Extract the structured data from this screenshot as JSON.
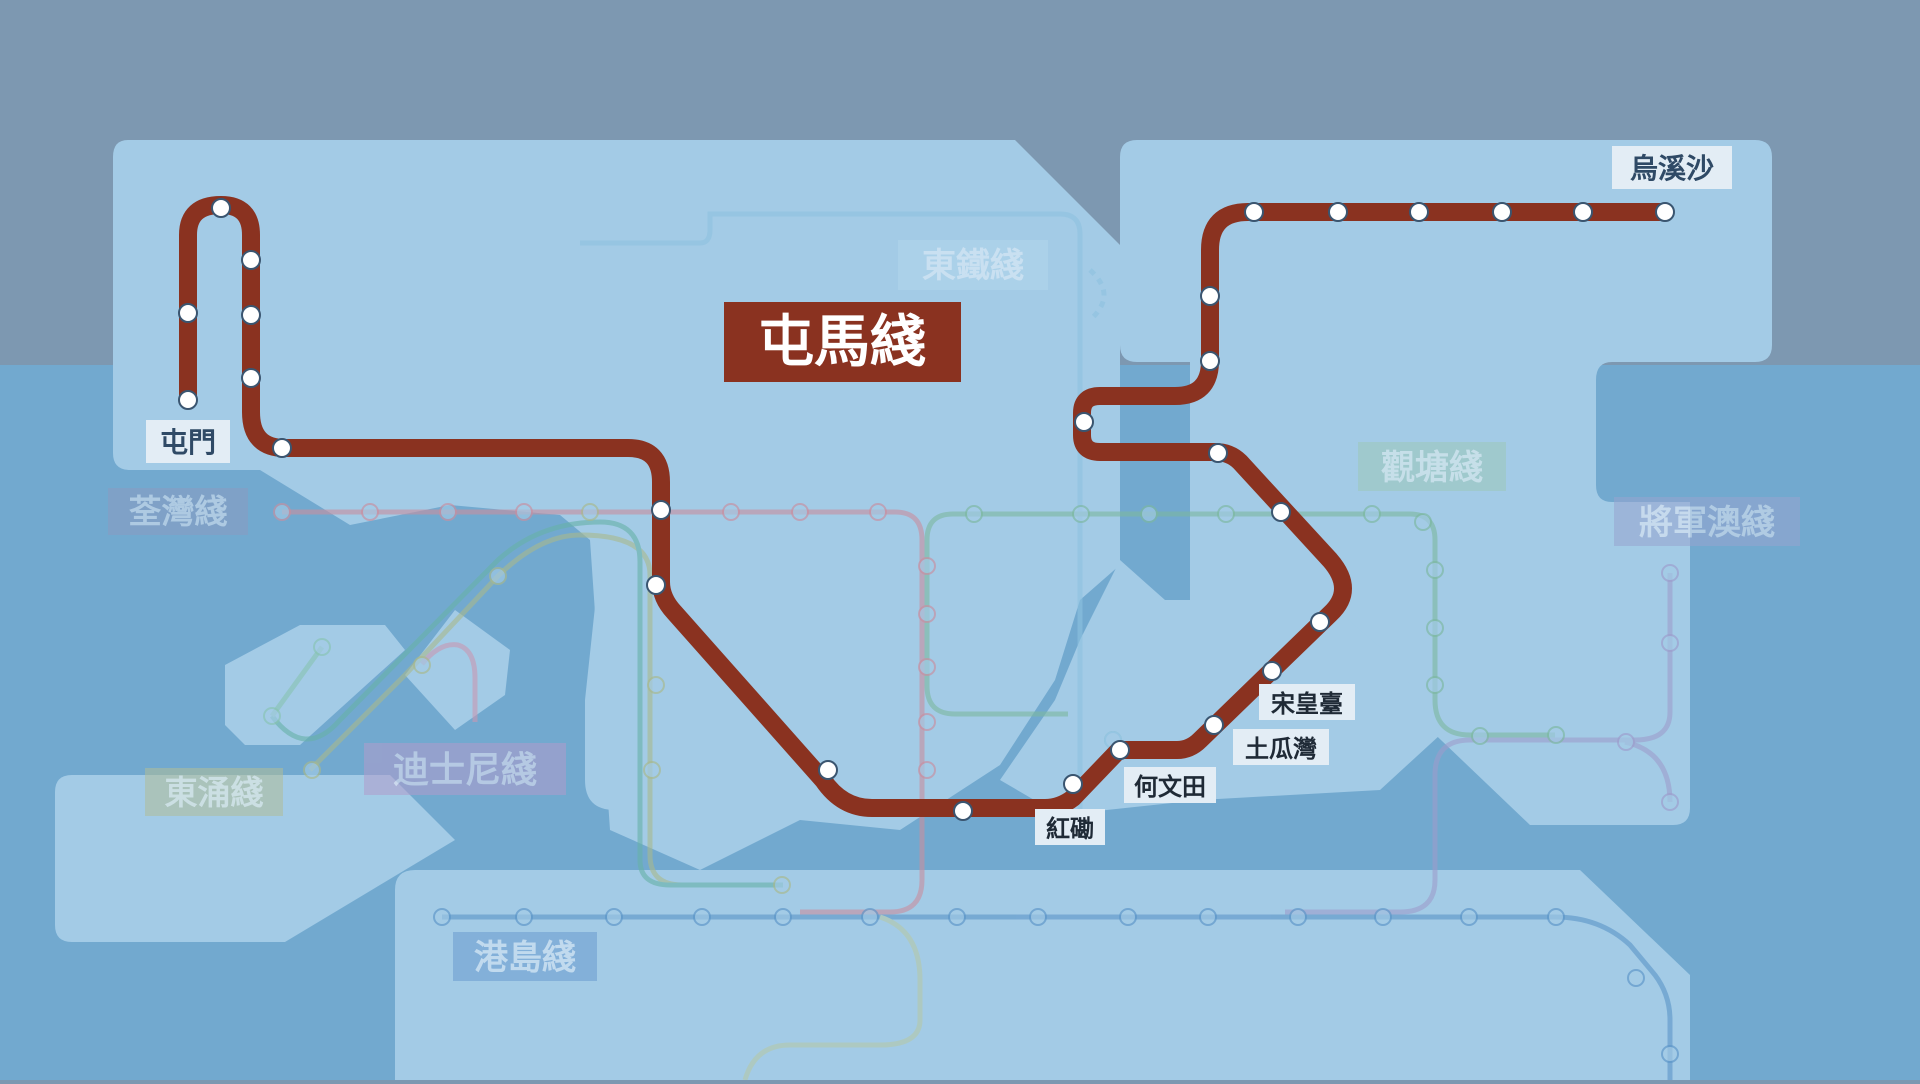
{
  "colors": {
    "sky": "#7d98b1",
    "sea": "#72a9cf",
    "land": "#a3cbe6",
    "highlight_line": "#8a3220",
    "station_fill": "#ffffff",
    "station_stroke": "#3a5570",
    "tsuen_wan": "#c98fa0",
    "tung_chung": "#a8b98d",
    "disneyland": "#b3a0c8",
    "kwun_tong": "#7cb8a0",
    "tseung_kwan_o": "#9d9dcc",
    "island": "#5b95c8",
    "east_rail": "#8ec2e0",
    "south_island": "#b5c9a9"
  },
  "highlight": {
    "title": "屯馬綫",
    "terminus_west": "屯門",
    "terminus_east": "烏溪沙",
    "stations": {
      "song_wong_toi": "宋皇臺",
      "to_kwa_wan": "土瓜灣",
      "ho_man_tin": "何文田",
      "hung_hom": "紅磡"
    }
  },
  "faded_lines": {
    "tsuen_wan": "荃灣綫",
    "east_rail": "東鐵綫",
    "kwun_tong": "觀塘綫",
    "tseung_kwan_o": "將軍澳綫",
    "disneyland": "迪士尼綫",
    "tung_chung": "東涌綫",
    "island": "港島綫"
  }
}
